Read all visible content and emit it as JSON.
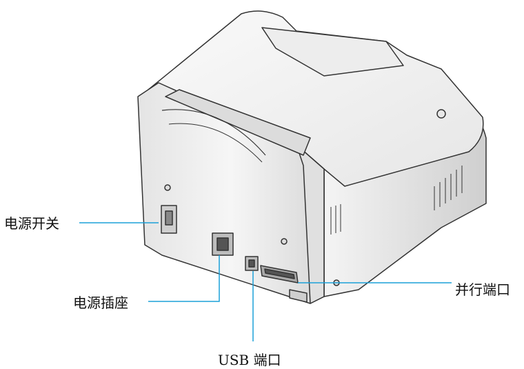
{
  "labels": {
    "power_switch": "电源开关",
    "power_socket": "电源插座",
    "usb_port": "USB 端口",
    "parallel_port": "并行端口"
  },
  "colors": {
    "leader_line": "#1aa0d8",
    "body_light": "#f2f2f2",
    "body_shade": "#d9d9d9",
    "outline": "#333333"
  }
}
